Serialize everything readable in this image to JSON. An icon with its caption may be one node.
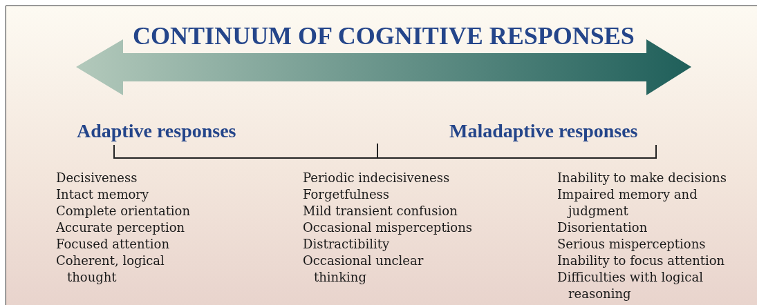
{
  "diagram": {
    "title": "CONTINUUM OF COGNITIVE RESPONSES",
    "labels": [
      "Adaptive responses",
      "Maladaptive responses",
      "Decisiveness",
      "Intact memory",
      "Complete orientation",
      "Accurate perception",
      "Focused attention",
      "Coherent, logical thought",
      "Periodic indecisiveness",
      "Forgetfulness",
      "Mild transient confusion",
      "Occasional misperceptions",
      "Distractibility",
      "Occasional unclear thinking",
      "Inability to make decisions",
      "Impaired memory and judgment",
      "Disorientation",
      "Serious misperceptions",
      "Inability to focus attention",
      "Difficulties with logical reasoning"
    ]
  }
}
